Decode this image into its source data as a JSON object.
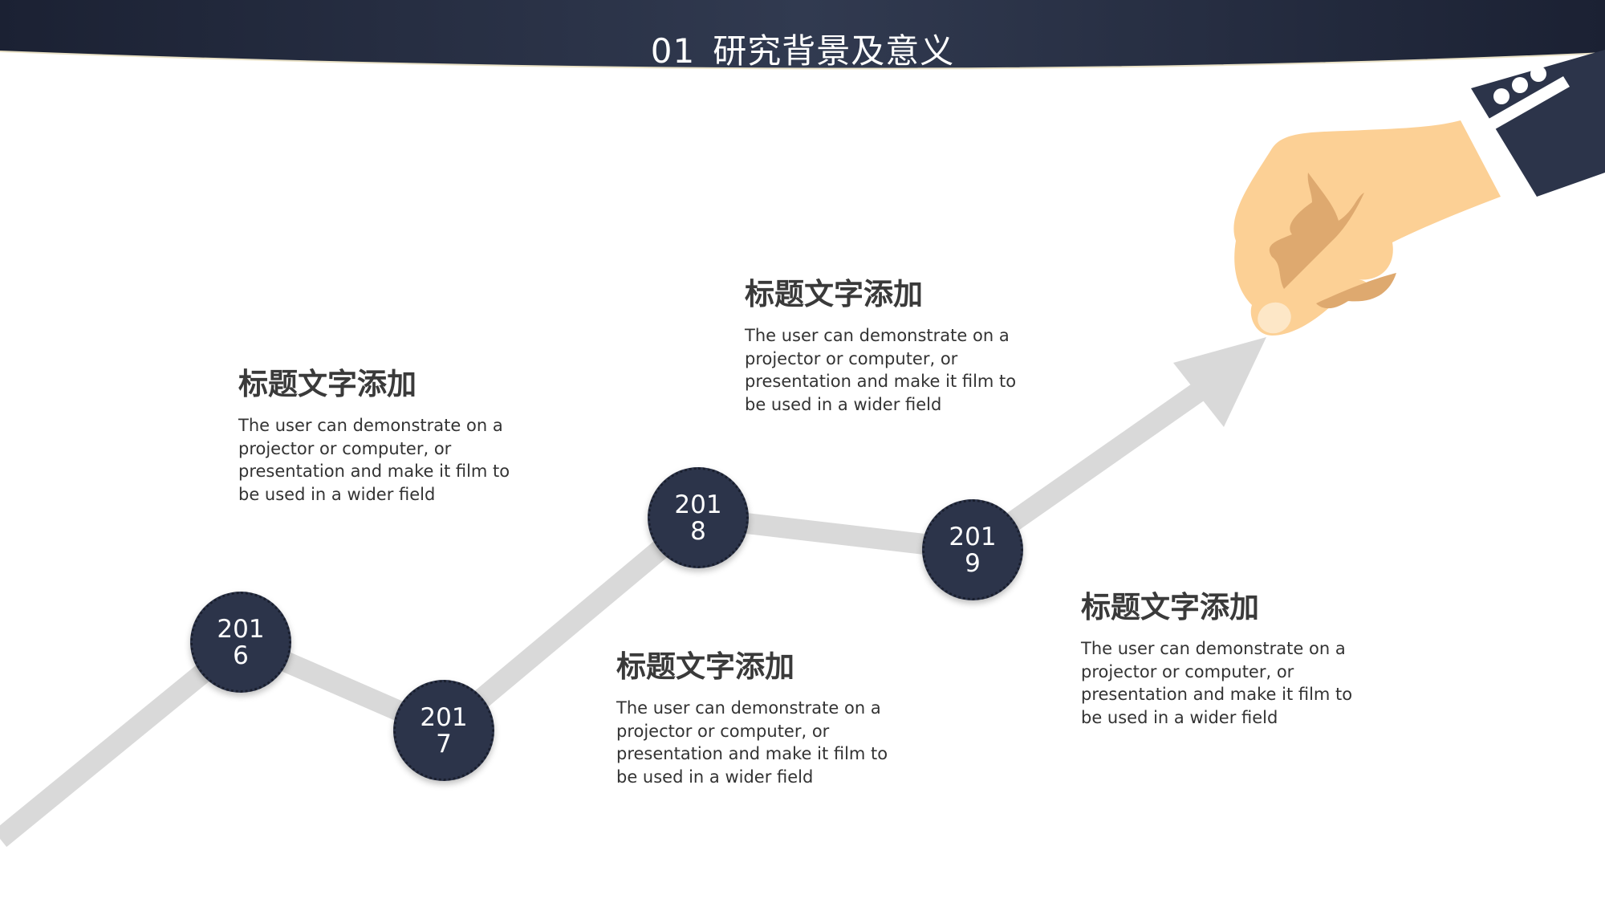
{
  "header": {
    "number": "01",
    "title": "研究背景及意义"
  },
  "milestones": [
    {
      "year": "2016",
      "title": "标题文字添加",
      "text": "The user can demonstrate on a projector or computer, or presentation and make it film to be used in a wider field"
    },
    {
      "year": "2017",
      "title": "标题文字添加",
      "text": "The user can demonstrate on a projector or computer, or presentation and make it film to be used in a wider field"
    },
    {
      "year": "2018",
      "title": "标题文字添加",
      "text": "The user can demonstrate on a projector or computer, or presentation and make it film to be used in a wider field"
    },
    {
      "year": "2019",
      "title": "标题文字添加",
      "text": "The user can demonstrate on a projector or computer, or presentation and make it film to be used in a wider field"
    }
  ],
  "colors": {
    "navy": "#2c344a",
    "line": "#d9d9d9",
    "skin": "#fcd095",
    "skin_shadow": "#dea96f"
  }
}
